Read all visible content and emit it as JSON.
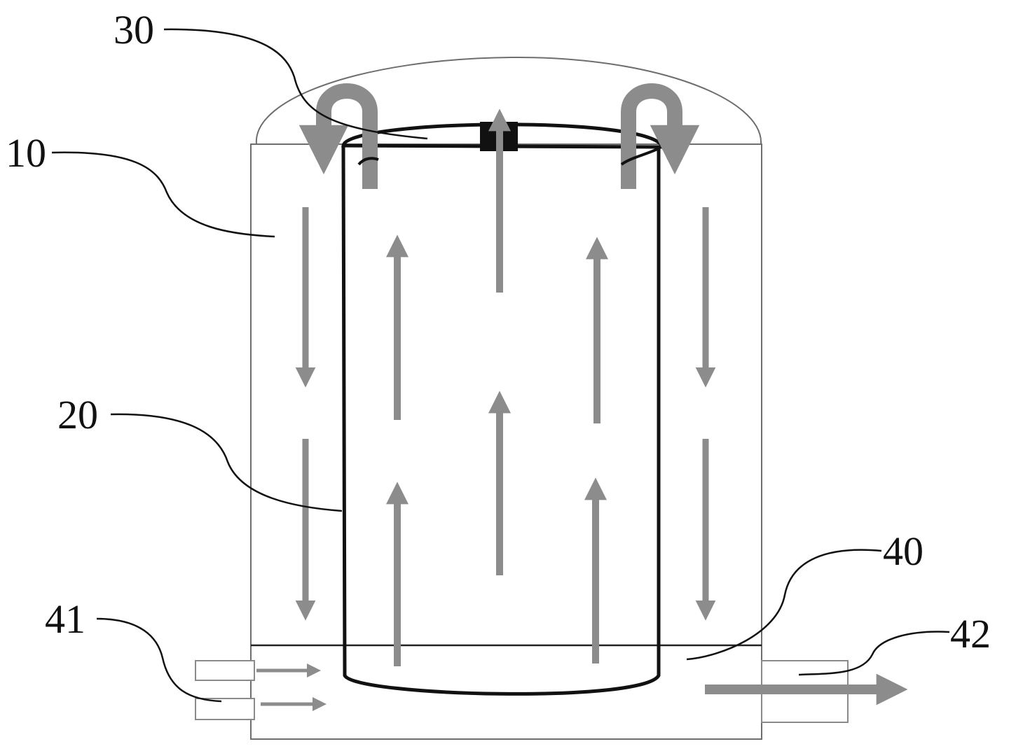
{
  "labels": {
    "outer_container": "10",
    "inner_cylinder": "20",
    "top_cap": "30",
    "bottom_chamber": "40",
    "inlet_pipes": "41",
    "outlet_pipe": "42"
  },
  "colors": {
    "line": "#111111",
    "arrow": "#8c8c8c",
    "outline": "#6e6e6e",
    "background": "#ffffff"
  }
}
